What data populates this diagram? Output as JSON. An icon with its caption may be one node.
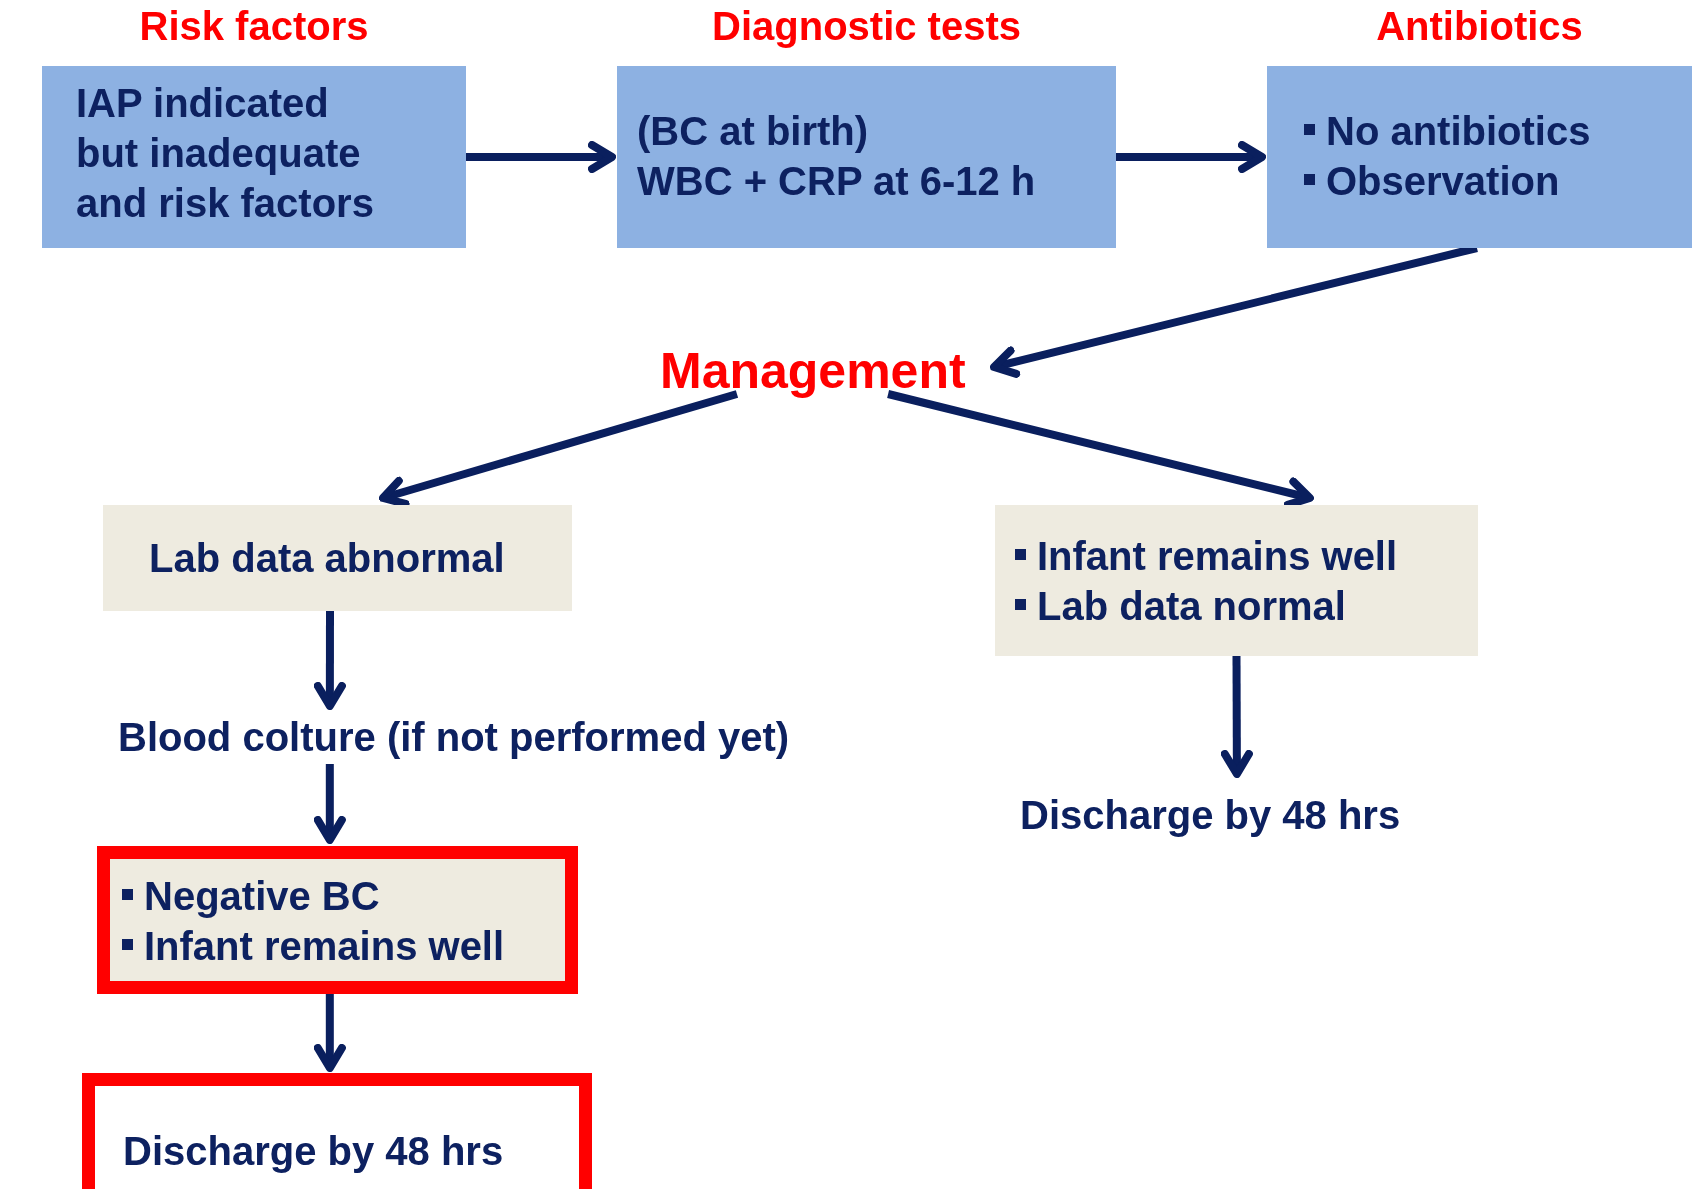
{
  "diagram": {
    "nodes": [
      {
        "text": [
          "Risk factors",
          "IAP indicated but inadequate and risk factors"
        ]
      },
      {
        "text": [
          "Diagnostic tests",
          "(BC at birth)",
          "WBC + CRP at 6-12 h"
        ]
      },
      {
        "text": [
          "Antibiotics",
          "No antibiotics",
          "Observation"
        ]
      },
      {
        "text": [
          "Management"
        ]
      },
      {
        "text": [
          "Lab data abnormal"
        ]
      },
      {
        "text": [
          "Blood colture (if not performed yet)"
        ]
      },
      {
        "text": [
          "Negative BC",
          "Infant remains well"
        ]
      },
      {
        "text": [
          "Discharge by 48 hrs"
        ]
      },
      {
        "text": [
          "Infant remains well",
          "Lab data normal"
        ]
      },
      {
        "text": [
          "Discharge by 48 hrs"
        ]
      }
    ],
    "edges": [
      {
        "from": 0,
        "to": 1,
        "arrow": "to"
      },
      {
        "from": 1,
        "to": 2,
        "arrow": "to"
      },
      {
        "from": 2,
        "to": 3,
        "arrow": "to"
      },
      {
        "from": 3,
        "to": 4,
        "arrow": "to"
      },
      {
        "from": 3,
        "to": 8,
        "arrow": "to"
      },
      {
        "from": 4,
        "to": 5,
        "arrow": "to"
      },
      {
        "from": 5,
        "to": 6,
        "arrow": "to"
      },
      {
        "from": 6,
        "to": 7,
        "arrow": "to"
      },
      {
        "from": 8,
        "to": 9,
        "arrow": "to"
      }
    ]
  }
}
